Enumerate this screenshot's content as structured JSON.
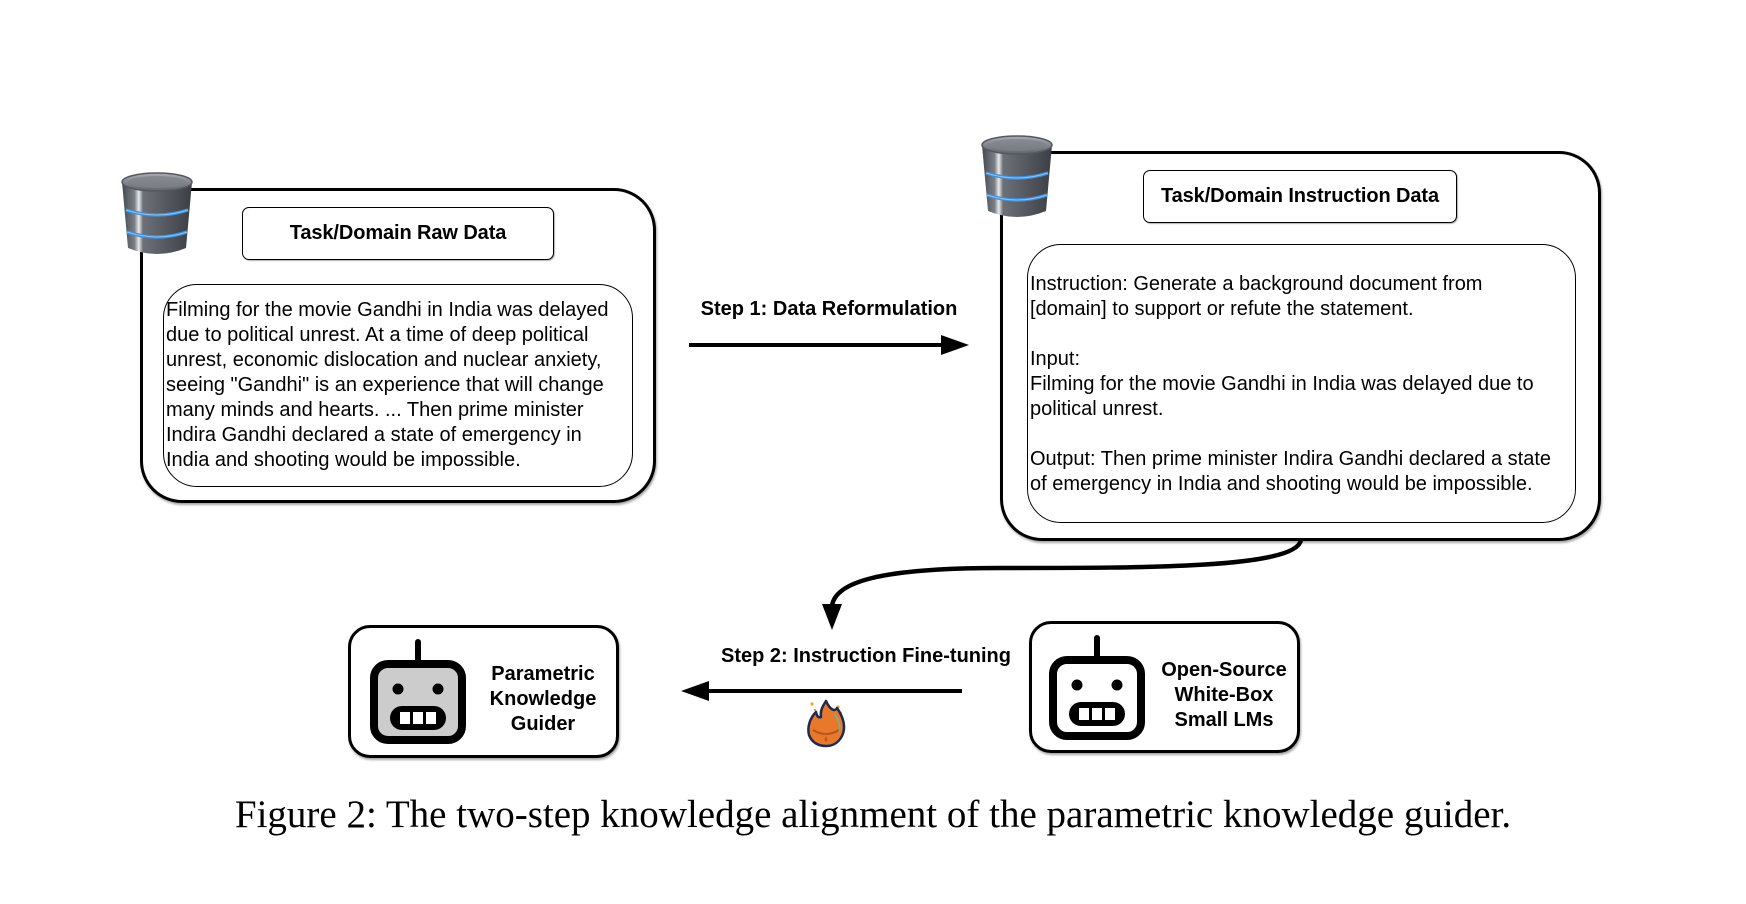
{
  "figure": {
    "caption": "Figure 2: The two-step knowledge alignment of the parametric knowledge guider."
  },
  "raw_data_panel": {
    "icon": "database-icon",
    "title": "Task/Domain Raw Data",
    "text_lines": [
      "Filming for the movie Gandhi in India was delayed",
      "due to political unrest. At a time of deep political",
      "unrest, economic dislocation and nuclear anxiety,",
      "seeing \"Gandhi\" is an experience that will change",
      "many minds and hearts. ... Then prime minister",
      "Indira Gandhi declared a state of emergency in",
      "India and shooting would be impossible."
    ]
  },
  "step1": {
    "label": "Step 1: Data Reformulation",
    "arrow": "arrow-right-icon"
  },
  "instruction_panel": {
    "icon": "database-icon",
    "title": "Task/Domain Instruction Data",
    "instruction_lines": [
      "Instruction: Generate a background document from",
      "[domain] to support or refute the statement."
    ],
    "input_lines": [
      "Input:",
      "Filming for the movie Gandhi in India was delayed due to",
      "political unrest."
    ],
    "output_lines": [
      "Output: Then prime minister Indira Gandhi declared a state",
      "of emergency in India and shooting would be impossible."
    ]
  },
  "step2": {
    "label": "Step 2: Instruction Fine-tuning",
    "arrow": "arrow-left-icon",
    "icon": "fire-icon"
  },
  "guider_box": {
    "icon": "robot-icon",
    "label_lines": [
      "Parametric",
      "Knowledge",
      "Guider"
    ]
  },
  "small_lm_box": {
    "icon": "robot-icon",
    "label_lines": [
      "Open-Source",
      "White-Box",
      "Small LMs"
    ]
  },
  "colors": {
    "line": "#000000",
    "robot_face_fill": "#cccccc",
    "robot_face_fill_alt": "#ffffff",
    "database_body": "#5b5f66",
    "database_ring": "#3f8fd6",
    "flame_orange": "#e8782b",
    "flame_outline": "#1f2a4d"
  }
}
